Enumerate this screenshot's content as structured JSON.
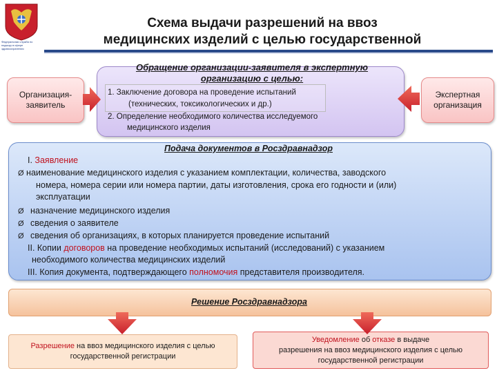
{
  "header": {
    "title_line1": "Схема выдачи разрешений на ввоз",
    "title_line2": "медицинских изделий с целью государственной",
    "logo_caption": "Федеральная служба по надзору в сфере здравоохранения"
  },
  "colors": {
    "header_bar": "#2a4a8a",
    "applicant_fill": "#f9c4c4",
    "appeal_fill": "#d3c4f1",
    "docs_fill": "#a9c3ef",
    "decision_fill": "#f5c29c",
    "arrow_red": "#d63a3a",
    "highlight_red": "#c0121e"
  },
  "applicant": {
    "line1": "Организация-",
    "line2": "заявитель"
  },
  "expert": {
    "line1": "Экспертная",
    "line2": "организация"
  },
  "appeal": {
    "title_line1": "Обращение организации-заявителя в экспертную",
    "title_line2": "организацию с целью:",
    "item1_line1": "1. Заключение договора на проведение испытаний",
    "item1_line2": "(технических, токсикологических и др.)",
    "item2_line1": "2. Определение необходимого количества исследуемого",
    "item2_line2": "медицинского изделия"
  },
  "docs": {
    "title": "Подача документов в Росздравнадзор",
    "section1_num": "I. ",
    "section1_word": "Заявление",
    "bullet1_line1": "наименование медицинского изделия с указанием комплектации, количества, заводского",
    "bullet1_line2": "номера, номера серии или номера партии, даты изготовления, срока его годности и (или)",
    "bullet1_line3": "эксплуатации",
    "bullet2": "назначение медицинского изделия",
    "bullet3": "сведения о заявителе",
    "bullet4": "сведения об организациях, в которых планируется проведение испытаний",
    "section2_pre": "II. Копии ",
    "section2_word": "договоров",
    "section2_post": " на проведение необходимых испытаний (исследований) с указанием",
    "section2_line2": "необходимого количества медицинских изделий",
    "section3_pre": "III. Копия документа, подтверждающего ",
    "section3_word": "полномочия",
    "section3_post": " представителя производителя.",
    "bullet_glyph": "Ø"
  },
  "decision": {
    "title": "Решение Росздравнадзора"
  },
  "permit": {
    "word": "Разрешение",
    "line1_rest": " на ввоз медицинского изделия с целью",
    "line2": "государственной регистрации"
  },
  "notice": {
    "word": "Уведомление",
    "line1_mid": " об ",
    "word2": "отказе",
    "line1_rest": " в выдаче",
    "line2": "разрешения на ввоз медицинского изделия с целью",
    "line3": "государственной регистрации"
  }
}
